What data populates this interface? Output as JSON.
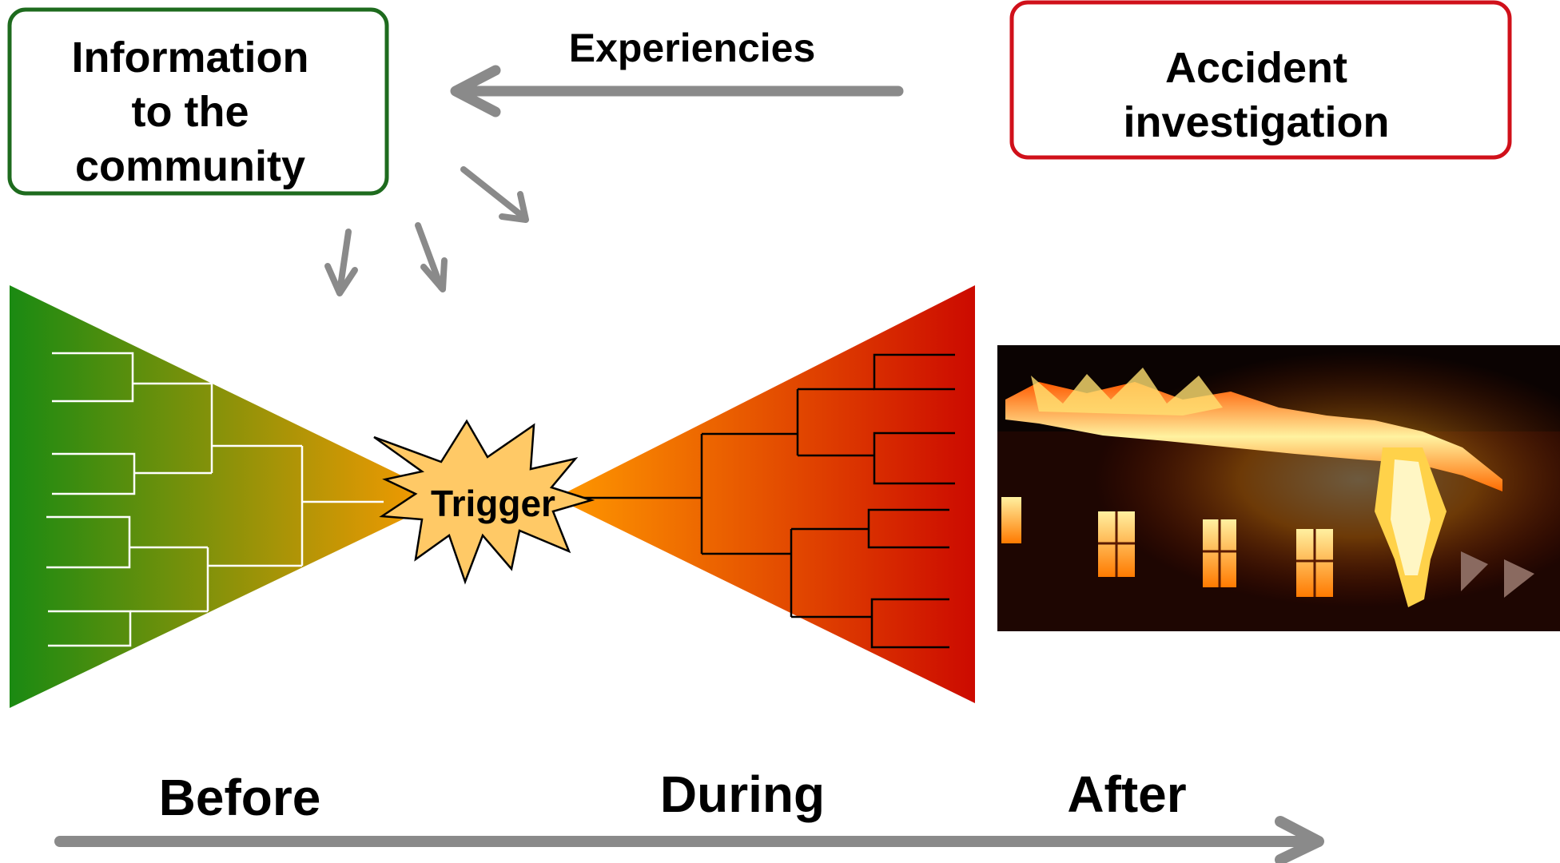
{
  "boxes": {
    "information": {
      "lines": [
        "Information",
        "to the",
        "community"
      ],
      "border_color": "#1e6b1e"
    },
    "accident": {
      "lines": [
        "Accident",
        "investigation"
      ],
      "border_color": "#d0101a"
    }
  },
  "experiences_label": "Experiencies",
  "trigger_label": "Trigger",
  "timeline": {
    "before": "Before",
    "during": "During",
    "after": "After"
  },
  "colors": {
    "arrow_gray": "#8a8a8a",
    "left_gradient_start": "#1a8a12",
    "left_gradient_end": "#ff9a00",
    "right_gradient_start": "#ff9a00",
    "right_gradient_end": "#cc0a00",
    "trigger_fill": "#ffc966"
  },
  "photo": {
    "subject": "building-on-fire-photo"
  }
}
